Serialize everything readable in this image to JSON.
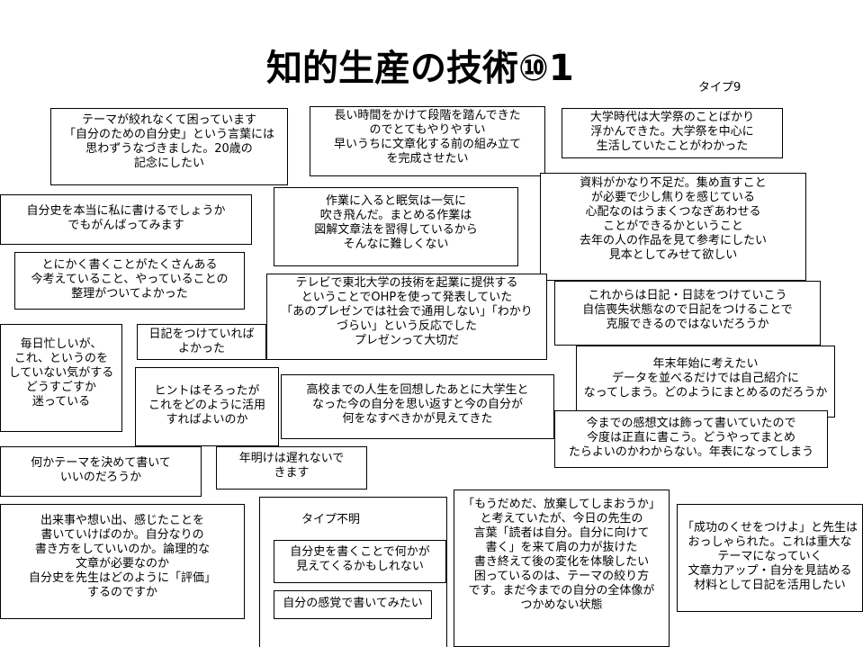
{
  "slide_title": "知的生産の技術⑩1",
  "labels": {
    "type9": "タイプ9",
    "type_unknown": "タイプ不明"
  },
  "notes": [
    {
      "id": "theme-narrowing",
      "lines": [
        "テーマが絞れなくて困っています",
        "「自分のための自分史」という言葉には",
        "思わずうなづきました。20歳の",
        "記念にしたい"
      ]
    },
    {
      "id": "steps-over-time",
      "lines": [
        "長い時間をかけて段階を踏んできた",
        "のでとてもやりやすい",
        "早いうちに文章化する前の組み立て",
        "を完成させたい"
      ]
    },
    {
      "id": "university-festival",
      "lines": [
        "大学時代は大学祭のことばかり",
        "浮かんできた。大学祭を中心に",
        "生活していたことがわかった"
      ]
    },
    {
      "id": "can-i-write",
      "lines": [
        "自分史を本当に私に書けるでしょうか",
        "でもがんばってみます"
      ]
    },
    {
      "id": "sleepiness-gone",
      "lines": [
        "作業に入ると眠気は一気に",
        "吹き飛んだ。まとめる作業は",
        "図解文章法を習得しているから",
        "そんなに難しくない"
      ]
    },
    {
      "id": "materials-lacking",
      "lines": [
        "資料がかなり不足だ。集め直すこと",
        "が必要で少し焦りを感じている",
        "心配なのはうまくつなぎあわせる",
        "ことができるかということ",
        "去年の人の作品を見て参考にしたい",
        "見本としてみせて欲しい"
      ]
    },
    {
      "id": "much-to-write",
      "lines": [
        "とにかく書くことがたくさんある",
        "今考えていること、やっていることの",
        "整理がついてよかった"
      ]
    },
    {
      "id": "tv-presentation",
      "lines": [
        "テレビで東北大学の技術を起業に提供する",
        "ということでOHPを使って発表していた",
        "「あのプレゼンでは社会で通用しない」「わかり",
        "づらい」という反応でした",
        "プレゼンって大切だ"
      ]
    },
    {
      "id": "keep-diary",
      "lines": [
        "これからは日記・日誌をつけていこう",
        "自信喪失状態なので日記をつけることで",
        "克服できるのではないだろうか"
      ]
    },
    {
      "id": "busy-days",
      "lines": [
        "毎日忙しいが、",
        "これ、というのを",
        "していない気がする",
        "どうすごすか",
        "迷っている"
      ]
    },
    {
      "id": "diary-wish",
      "lines": [
        "日記をつけていれば",
        "よかった"
      ]
    },
    {
      "id": "year-end",
      "lines": [
        "年末年始に考えたい",
        "データを並べるだけでは自己紹介に",
        "なってしまう。どのようにまとめるのだろうか"
      ]
    },
    {
      "id": "hints-gathered",
      "lines": [
        "ヒントはそろったが",
        "これをどのように活用",
        "すればよいのか"
      ]
    },
    {
      "id": "looking-back",
      "lines": [
        "高校までの人生を回想したあとに大学生と",
        "なった今の自分を思い返すと今の自分が",
        "何をなすべきかが見えてきた"
      ]
    },
    {
      "id": "honest-writing",
      "lines": [
        "今までの感想文は飾って書いていたので",
        "今度は正直に書こう。どうやってまとめ",
        "たらよいのかわからない。年表になってしまう"
      ]
    },
    {
      "id": "decide-theme",
      "lines": [
        "何かテーマを決めて書いて",
        "いいのだろうか"
      ]
    },
    {
      "id": "not-too-late",
      "lines": [
        "年明けは遅れないで",
        "きます"
      ]
    },
    {
      "id": "events-feelings",
      "lines": [
        "出来事や想い出、感じたことを",
        "書いていけばのか。自分なりの",
        "書き方をしていいのか。論理的な",
        "文章が必要なのか",
        "自分史を先生はどのように「評価」",
        "するのですか"
      ]
    },
    {
      "id": "give-up",
      "lines": [
        "「もうだめだ、放棄してしまおうか」",
        "と考えていたが、今日の先生の",
        "言葉「読者は自分。自分に向けて",
        "書く」を来て肩の力が抜けた",
        "書き終えて後の変化を体験したい",
        "困っているのは、テーマの絞り方",
        "です。まだ今までの自分の全体像が",
        "つかめない状態"
      ]
    },
    {
      "id": "success-habit",
      "lines": [
        "「成功のくせをつけよ」と先生は",
        "おっしゃられた。これは重大な",
        "テーマになっていく",
        "文章力アップ・自分を見詰める",
        "材料として日記を活用したい"
      ]
    },
    {
      "id": "see-something",
      "lines": [
        "自分史を書くことで何かが",
        "見えてくるかもしれない"
      ]
    },
    {
      "id": "own-sense",
      "lines": [
        "自分の感覚で書いてみたい"
      ]
    }
  ]
}
